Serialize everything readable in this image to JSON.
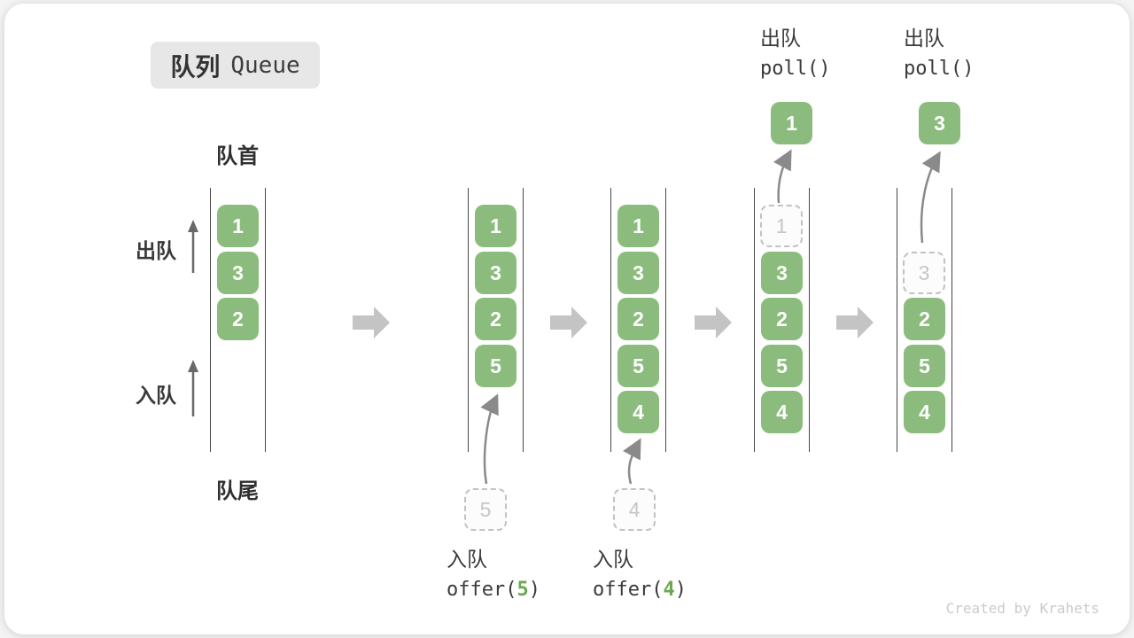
{
  "title": {
    "zh": "队列",
    "en": "Queue"
  },
  "labels": {
    "front": "队首",
    "rear": "队尾",
    "dequeue": "出队",
    "enqueue": "入队"
  },
  "colors": {
    "box_green": "#8cbc7d",
    "code_arg_green": "#6aa84f",
    "block_arrow_gray": "#c4c4c4",
    "curve_arrow_gray": "#8a8a8a",
    "wall_dark": "#474747",
    "dashed_gray": "#c2c2c2",
    "title_bg": "#e7e7e7",
    "watermark_gray": "#cbcbcb"
  },
  "states": [
    {
      "name": "initial",
      "boxes": [
        "1",
        "3",
        "2"
      ]
    },
    {
      "name": "after-offer-5",
      "boxes": [
        "1",
        "3",
        "2",
        "5"
      ],
      "incoming_value": "5",
      "op": {
        "zh": "入队",
        "code_prefix": "offer(",
        "code_arg": "5",
        "code_suffix": ")"
      }
    },
    {
      "name": "after-offer-4",
      "boxes": [
        "1",
        "3",
        "2",
        "5",
        "4"
      ],
      "incoming_value": "4",
      "op": {
        "zh": "入队",
        "code_prefix": "offer(",
        "code_arg": "4",
        "code_suffix": ")"
      }
    },
    {
      "name": "poll-1",
      "removed_value": "1",
      "boxes": [
        "3",
        "2",
        "5",
        "4"
      ],
      "polled_value": "1",
      "op": {
        "zh": "出队",
        "code": "poll()"
      }
    },
    {
      "name": "poll-3",
      "removed_value": "3",
      "boxes": [
        "2",
        "5",
        "4"
      ],
      "polled_value": "3",
      "op": {
        "zh": "出队",
        "code": "poll()"
      }
    }
  ],
  "watermark": "Created by Krahets"
}
